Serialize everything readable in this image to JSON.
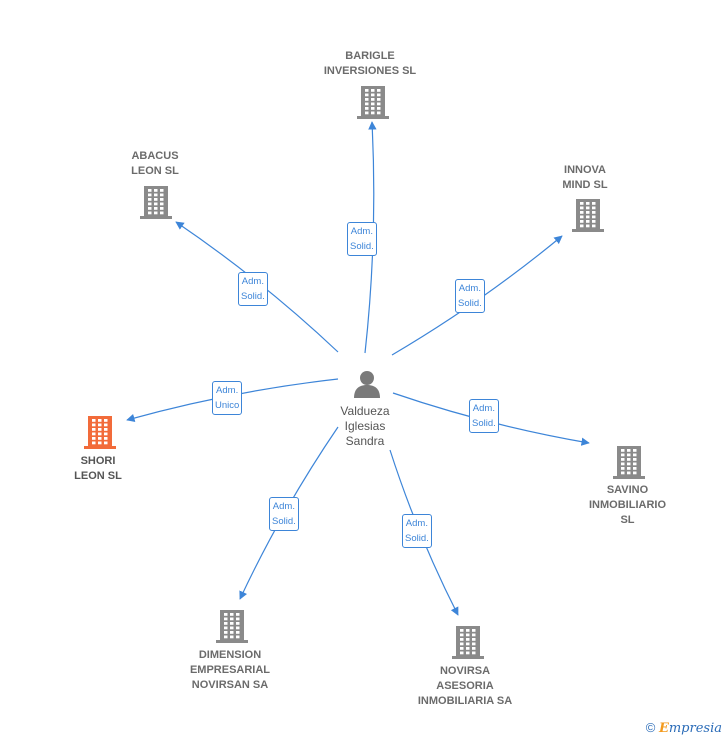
{
  "center": {
    "label": "Valdueza\nIglesias\nSandra",
    "icon": "person-icon"
  },
  "companies": [
    {
      "id": "barigle",
      "label": "BARIGLE\nINVERSIONES SL",
      "icon": "building-icon",
      "highlight": false,
      "relation": "Adm.\nSolid."
    },
    {
      "id": "abacus",
      "label": "ABACUS\nLEON SL",
      "icon": "building-icon",
      "highlight": false,
      "relation": "Adm.\nSolid."
    },
    {
      "id": "innova",
      "label": "INNOVA\nMIND  SL",
      "icon": "building-icon",
      "highlight": false,
      "relation": "Adm.\nSolid."
    },
    {
      "id": "shori",
      "label": "SHORI\nLEON  SL",
      "icon": "building-icon",
      "highlight": true,
      "relation": "Adm.\nUnico"
    },
    {
      "id": "savino",
      "label": "SAVINO\nINMOBILIARIO\nSL",
      "icon": "building-icon",
      "highlight": false,
      "relation": "Adm.\nSolid."
    },
    {
      "id": "dimension",
      "label": "DIMENSION\nEMPRESARIAL\nNOVIRSAN SA",
      "icon": "building-icon",
      "highlight": false,
      "relation": "Adm.\nSolid."
    },
    {
      "id": "novirsa",
      "label": "NOVIRSA\nASESORIA\nINMOBILIARIA SA",
      "icon": "building-icon",
      "highlight": false,
      "relation": "Adm.\nSolid."
    }
  ],
  "colors": {
    "edge": "#3d85d8",
    "building": "#8a8a8a",
    "highlight": "#f26b3a",
    "person": "#7a7a7a"
  },
  "footer": {
    "copyright": "©",
    "brand_first": "E",
    "brand_rest": "mpresia"
  }
}
